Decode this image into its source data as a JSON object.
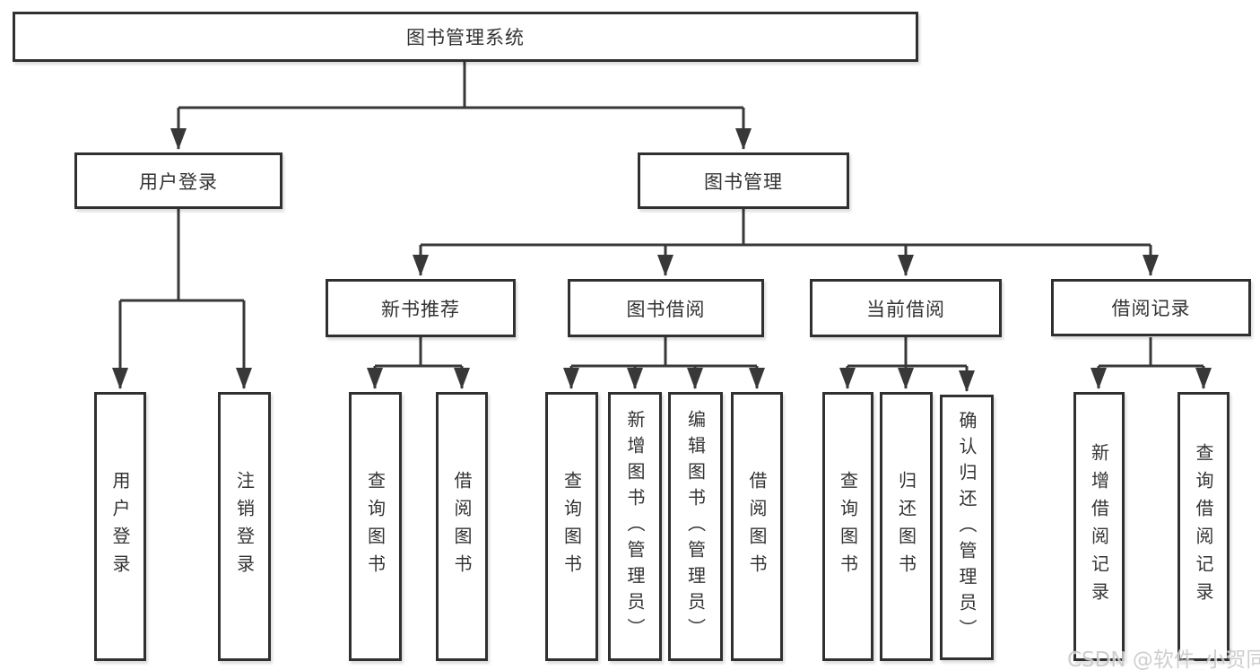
{
  "diagram": {
    "root": "图书管理系统",
    "branches": [
      {
        "label": "用户登录",
        "children": [
          "用户登录",
          "注销登录"
        ]
      },
      {
        "label": "图书管理",
        "children": [
          {
            "label": "新书推荐",
            "children": [
              "查询图书",
              "借阅图书"
            ]
          },
          {
            "label": "图书借阅",
            "children": [
              "查询图书",
              "新增图书（管理员）",
              "编辑图书（管理员）",
              "借阅图书"
            ]
          },
          {
            "label": "当前借阅",
            "children": [
              "查询图书",
              "归还图书",
              "确认归还（管理员）"
            ]
          },
          {
            "label": "借阅记录",
            "children": [
              "新增借阅记录",
              "查询借阅记录"
            ]
          }
        ]
      }
    ],
    "line_color": "#383838",
    "watermark": "CSDN @软件_小贺同学"
  }
}
